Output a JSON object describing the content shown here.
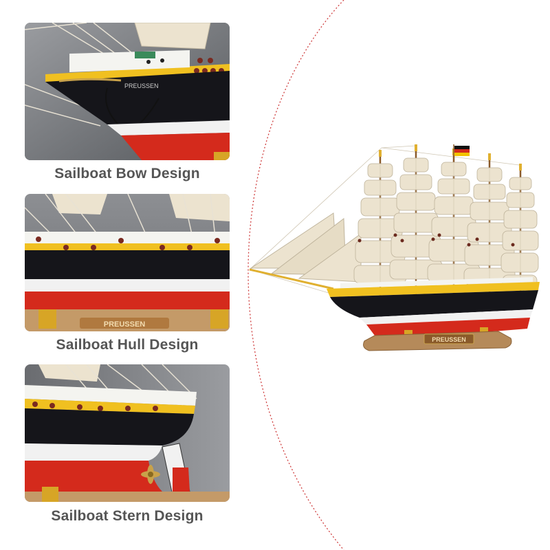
{
  "panels": [
    {
      "id": "bow",
      "caption": "Sailboat Bow Design",
      "nameplate": "PREUSSEN"
    },
    {
      "id": "hull",
      "caption": "Sailboat Hull Design",
      "nameplate": "PREUSSEN"
    },
    {
      "id": "stern",
      "caption": "Sailboat Stern Design"
    }
  ],
  "ship": {
    "nameplate": "PREUSSEN",
    "flag": "flag-icon"
  },
  "colors": {
    "caption": "#555555",
    "hull_black": "#15151a",
    "hull_red": "#d42a1c",
    "hull_white": "#f1f1f1",
    "deck_yellow": "#f0c020",
    "sail": "#ece3cf",
    "wood_base": "#b58a5a",
    "divider": "#d04040"
  }
}
